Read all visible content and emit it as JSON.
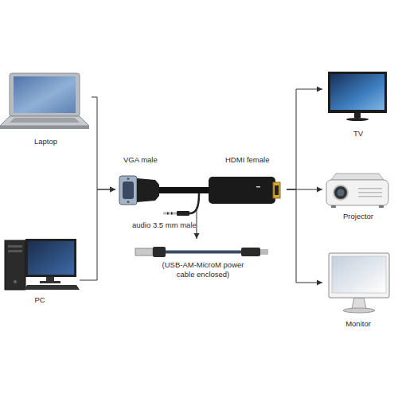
{
  "diagram": {
    "nodes": [
      {
        "text": [
          "Laptop"
        ]
      },
      {
        "text": [
          "PC"
        ]
      },
      {
        "text": [
          "VGA male",
          "HDMI female"
        ]
      },
      {
        "text": [
          "(USB-AM-MicroM power cable enclosed)"
        ]
      },
      {
        "text": [
          "TV"
        ]
      },
      {
        "text": [
          "Projector"
        ]
      },
      {
        "text": [
          "Monitor"
        ]
      }
    ],
    "edges": [
      {
        "from": 0,
        "to": 2,
        "arrow": "to"
      },
      {
        "from": 1,
        "to": 2,
        "arrow": "to"
      },
      {
        "from": 2,
        "to": 4,
        "arrow": "to"
      },
      {
        "from": 2,
        "to": 5,
        "arrow": "to"
      },
      {
        "from": 2,
        "to": 6,
        "arrow": "to"
      },
      {
        "from": 2,
        "to": 3,
        "arrow": "to"
      }
    ],
    "labels": [
      "audio 3.5 mm male"
    ]
  }
}
